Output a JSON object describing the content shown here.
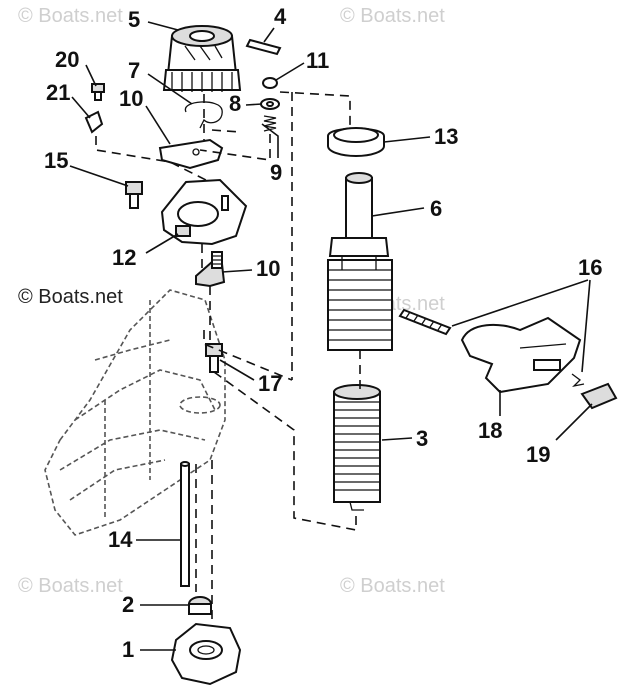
{
  "watermark": {
    "top_left": "© Boats.net",
    "top_right": "© Boats.net",
    "mid_left": "© Boats.net",
    "mid_right": "© Boats.net",
    "bottom_left": "© Boats.net",
    "bottom_right": "© Boats.net"
  },
  "callouts": {
    "n1": "1",
    "n2": "2",
    "n3": "3",
    "n4": "4",
    "n5": "5",
    "n6": "6",
    "n7": "7",
    "n8": "8",
    "n9": "9",
    "n10a": "10",
    "n10b": "10",
    "n11": "11",
    "n12": "12",
    "n13": "13",
    "n14": "14",
    "n15": "15",
    "n16": "16",
    "n17": "17",
    "n18": "18",
    "n19": "19",
    "n20": "20",
    "n21": "21"
  },
  "colors": {
    "ink": "#111111",
    "watermark": "#cfcfcf",
    "shade": "#dddddd"
  }
}
